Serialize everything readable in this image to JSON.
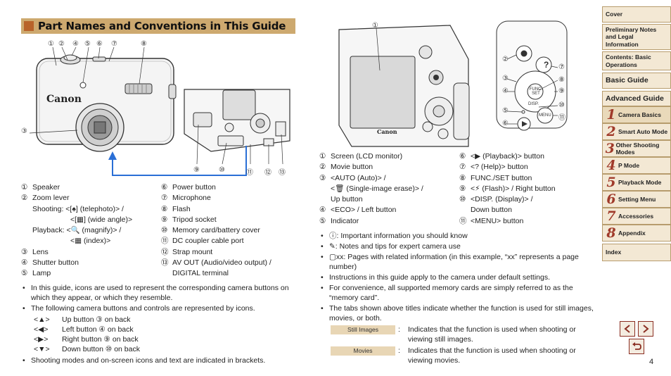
{
  "title": "Part Names and Conventions in This Guide",
  "front_callouts": [
    "①",
    "②",
    "④",
    "⑤",
    "⑥",
    "⑦",
    "⑧",
    "③"
  ],
  "bottom_callouts": [
    "⑨",
    "⑩",
    "⑪",
    "⑫",
    "⑬"
  ],
  "back_callouts_left": [
    "②",
    "③",
    "④",
    "⑤",
    "⑥"
  ],
  "back_callouts_right": [
    "⑦",
    "⑧",
    "⑨",
    "⑩",
    "⑪"
  ],
  "back_callout_top": "①",
  "camera_brand": "Canon",
  "buttons_zoomed": {
    "help": "?",
    "set": "FUNC. SET",
    "disp": "DISP.",
    "menu": "MENU"
  },
  "parts_left": [
    {
      "n": "①",
      "t": "Speaker"
    },
    {
      "n": "②",
      "t": "Zoom lever"
    },
    {
      "n": "",
      "t": "Shooting: <[♠] (telephoto)> /"
    },
    {
      "n": "",
      "t": "<[▦] (wide angle)>"
    },
    {
      "n": "",
      "t": "Playback: <🔍 (magnify)> /"
    },
    {
      "n": "",
      "t": "<▦ (index)>"
    },
    {
      "n": "③",
      "t": "Lens"
    },
    {
      "n": "④",
      "t": "Shutter button"
    },
    {
      "n": "⑤",
      "t": "Lamp"
    }
  ],
  "parts_mid": [
    {
      "n": "⑥",
      "t": "Power button"
    },
    {
      "n": "⑦",
      "t": "Microphone"
    },
    {
      "n": "⑧",
      "t": "Flash"
    },
    {
      "n": "⑨",
      "t": "Tripod socket"
    },
    {
      "n": "⑩",
      "t": "Memory card/battery cover"
    },
    {
      "n": "⑪",
      "t": "DC coupler cable port"
    },
    {
      "n": "⑫",
      "t": "Strap mount"
    },
    {
      "n": "⑬",
      "t": "AV OUT (Audio/video output) /"
    },
    {
      "n": "",
      "t": "DIGITAL terminal"
    }
  ],
  "parts_back_left": [
    {
      "n": "①",
      "t": "Screen (LCD monitor)"
    },
    {
      "n": "②",
      "t": "Movie button"
    },
    {
      "n": "③",
      "t": "<AUTO (Auto)> /"
    },
    {
      "n": "",
      "t": "<🗑 (Single-image erase)> /"
    },
    {
      "n": "",
      "t": "Up button"
    },
    {
      "n": "④",
      "t": "<ECO> / Left button"
    },
    {
      "n": "⑤",
      "t": "Indicator"
    }
  ],
  "parts_back_right": [
    {
      "n": "⑥",
      "t": "<▶ (Playback)> button"
    },
    {
      "n": "⑦",
      "t": "<? (Help)> button"
    },
    {
      "n": "⑧",
      "t": "FUNC./SET button"
    },
    {
      "n": "⑨",
      "t": "<⚡ (Flash)> / Right button"
    },
    {
      "n": "⑩",
      "t": "<DISP. (Display)> /"
    },
    {
      "n": "",
      "t": "Down button"
    },
    {
      "n": "⑪",
      "t": "<MENU> button"
    }
  ],
  "notes_left": {
    "bullet1": "In this guide, icons are used to represent the corresponding camera buttons on which they appear, or which they resemble.",
    "bullet2": "The following camera buttons and controls are represented by icons.",
    "buttons": [
      {
        "k": "<▲>",
        "v": "Up button ③ on back"
      },
      {
        "k": "<◀>",
        "v": "Left button ④ on back"
      },
      {
        "k": "<▶>",
        "v": "Right button ⑨ on back"
      },
      {
        "k": "<▼>",
        "v": "Down button ⑩ on back"
      }
    ],
    "bullet3": "Shooting modes and on-screen icons and text are indicated in brackets."
  },
  "notes_right": {
    "b1": "ⓘ: Important information you should know",
    "b2": "✎: Notes and tips for expert camera use",
    "b3": "▢xx: Pages with related information (in this example, “xx” represents a page number)",
    "b4": "Instructions in this guide apply to the camera under default settings.",
    "b5": "For convenience, all supported memory cards are simply referred to as the “memory card”.",
    "b6": "The tabs shown above titles indicate whether the function is used for still images, movies, or both.",
    "tag1": "Still Images",
    "tag1_desc": "Indicates that the function is used when shooting or viewing still images.",
    "tag2": "Movies",
    "tag2_desc": "Indicates that the function is used when shooting or viewing movies.",
    "colon": ":"
  },
  "sidebar": {
    "cover": "Cover",
    "prelim": "Preliminary Notes and Legal Information",
    "contents": "Contents: Basic Operations",
    "basic": "Basic Guide",
    "advanced": "Advanced Guide",
    "chapters": [
      {
        "n": "1",
        "t": "Camera Basics"
      },
      {
        "n": "2",
        "t": "Smart Auto Mode"
      },
      {
        "n": "3",
        "t": "Other Shooting Modes"
      },
      {
        "n": "4",
        "t": "P Mode"
      },
      {
        "n": "5",
        "t": "Playback Mode"
      },
      {
        "n": "6",
        "t": "Setting Menu"
      },
      {
        "n": "7",
        "t": "Accessories"
      },
      {
        "n": "8",
        "t": "Appendix"
      }
    ],
    "index": "Index"
  },
  "page_number": "4",
  "colors": {
    "title_bar": "#cda96f",
    "title_square": "#b8632a",
    "sidebar_bg": "#f3e8d4",
    "accent_red": "#a03a2a",
    "cable": "#2a6fd6"
  }
}
